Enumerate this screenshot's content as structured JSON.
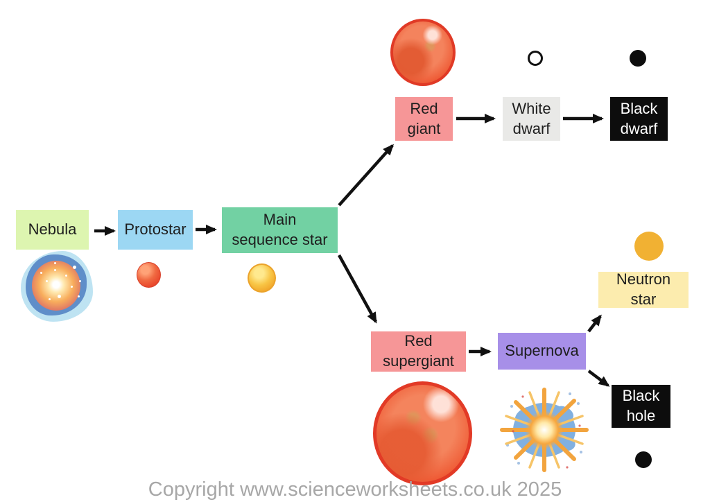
{
  "title": "Life cycle of a star diagram",
  "nodes": {
    "nebula": {
      "label": "Nebula"
    },
    "protostar": {
      "label": "Protostar"
    },
    "main_sequence": {
      "label": "Main\nsequence star"
    },
    "red_giant": {
      "label": "Red\ngiant"
    },
    "white_dwarf": {
      "label": "White\ndwarf"
    },
    "black_dwarf": {
      "label": "Black\ndwarf"
    },
    "red_supergiant": {
      "label": "Red\nsupergiant"
    },
    "supernova": {
      "label": "Supernova"
    },
    "neutron_star": {
      "label": "Neutron\nstar"
    },
    "black_hole": {
      "label": "Black\nhole"
    }
  },
  "edges": [
    {
      "from": "nebula",
      "to": "protostar"
    },
    {
      "from": "protostar",
      "to": "main_sequence"
    },
    {
      "from": "main_sequence",
      "to": "red_giant"
    },
    {
      "from": "main_sequence",
      "to": "red_supergiant"
    },
    {
      "from": "red_giant",
      "to": "white_dwarf"
    },
    {
      "from": "white_dwarf",
      "to": "black_dwarf"
    },
    {
      "from": "red_supergiant",
      "to": "supernova"
    },
    {
      "from": "supernova",
      "to": "neutron_star"
    },
    {
      "from": "supernova",
      "to": "black_hole"
    }
  ],
  "colors": {
    "nebula_box": "#ddf5b0",
    "protostar_box": "#9cd7f3",
    "main_sequence_box": "#72d1a3",
    "red_giant_box": "#f69697",
    "white_dwarf_box": "#e9e9e7",
    "black_box": "#0d0d0d",
    "red_supergiant_box": "#f69697",
    "supernova_box": "#a78fe8",
    "neutron_star_box": "#fcecae",
    "neutron_star_circle": "#f1b133",
    "arrow": "#111111",
    "label_text": "#1e1e1e",
    "inverse_text": "#ffffff",
    "copyright_text": "#a7a7a7"
  },
  "illustrations": {
    "nebula": "blue nebula cloud with glowing orange core and white stars",
    "protostar": "small red-orange sphere",
    "main_sequence": "yellow-orange sphere",
    "red_giant": "large mottled red sphere",
    "white_dwarf": "small hollow black-outlined circle",
    "black_dwarf": "small solid black circle",
    "red_supergiant": "very large mottled red sphere",
    "supernova": "orange starburst explosion over blue debris cloud",
    "neutron_star": "small solid amber circle",
    "black_hole": "small solid black circle"
  },
  "footer": {
    "copyright": "Copyright www.scienceworksheets.co.uk 2025"
  }
}
